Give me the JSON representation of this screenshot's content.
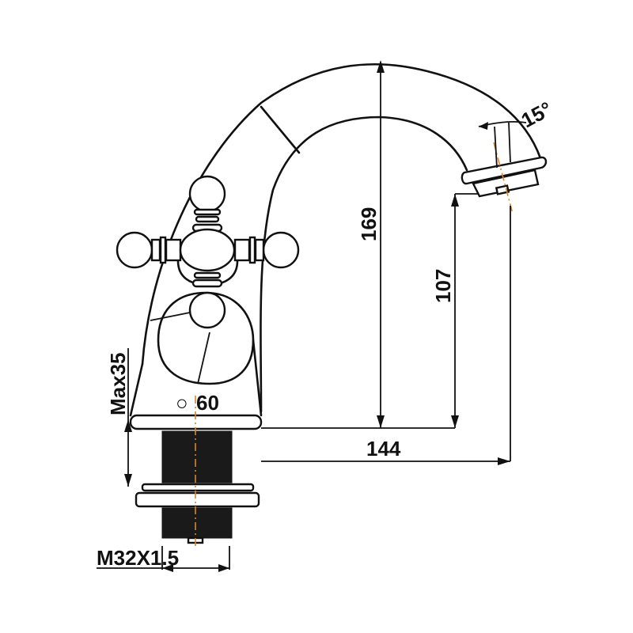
{
  "drawing": {
    "subject": "basin mixer tap with cross handles",
    "line_color": "#111111",
    "centerline_color": "#d9862b"
  },
  "dimensions": {
    "height_overall": "169",
    "spout_height": "107",
    "reach": "144",
    "max_deck_thickness": "Max35",
    "base_diameter": "60",
    "diameter_symbol": "○",
    "thread": "M32X1.5",
    "spout_angle": "15°"
  }
}
